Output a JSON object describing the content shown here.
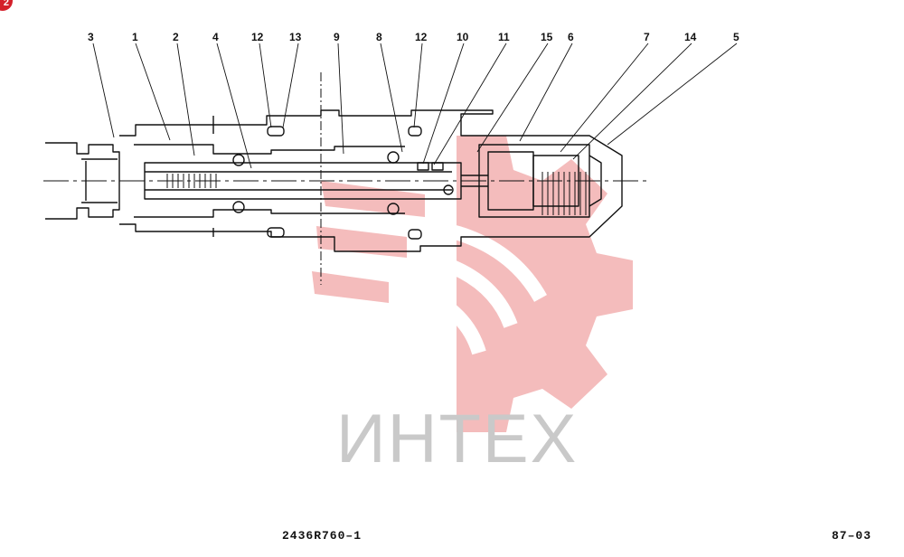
{
  "colors": {
    "line": "#111111",
    "watermark_red": "#f3b5b5",
    "watermark_gray": "#c9c9c9",
    "badge": "#d4202a"
  },
  "icons": {
    "watermark": "gear-logo-icon",
    "badge": "corner-badge-icon"
  },
  "badge": {
    "label": "2"
  },
  "callouts": [
    {
      "id": "c3",
      "label": "3"
    },
    {
      "id": "c1",
      "label": "1"
    },
    {
      "id": "c2",
      "label": "2"
    },
    {
      "id": "c4",
      "label": "4"
    },
    {
      "id": "c12a",
      "label": "12"
    },
    {
      "id": "c13",
      "label": "13"
    },
    {
      "id": "c9",
      "label": "9"
    },
    {
      "id": "c8",
      "label": "8"
    },
    {
      "id": "c12b",
      "label": "12"
    },
    {
      "id": "c10",
      "label": "10"
    },
    {
      "id": "c11",
      "label": "11"
    },
    {
      "id": "c15",
      "label": "15"
    },
    {
      "id": "c6",
      "label": "6"
    },
    {
      "id": "c7",
      "label": "7"
    },
    {
      "id": "c14",
      "label": "14"
    },
    {
      "id": "c5",
      "label": "5"
    }
  ],
  "footer": {
    "drawing_code": "2436R760–1",
    "page_number": "87–03"
  },
  "watermark": {
    "text": "ИНТЕХ"
  }
}
